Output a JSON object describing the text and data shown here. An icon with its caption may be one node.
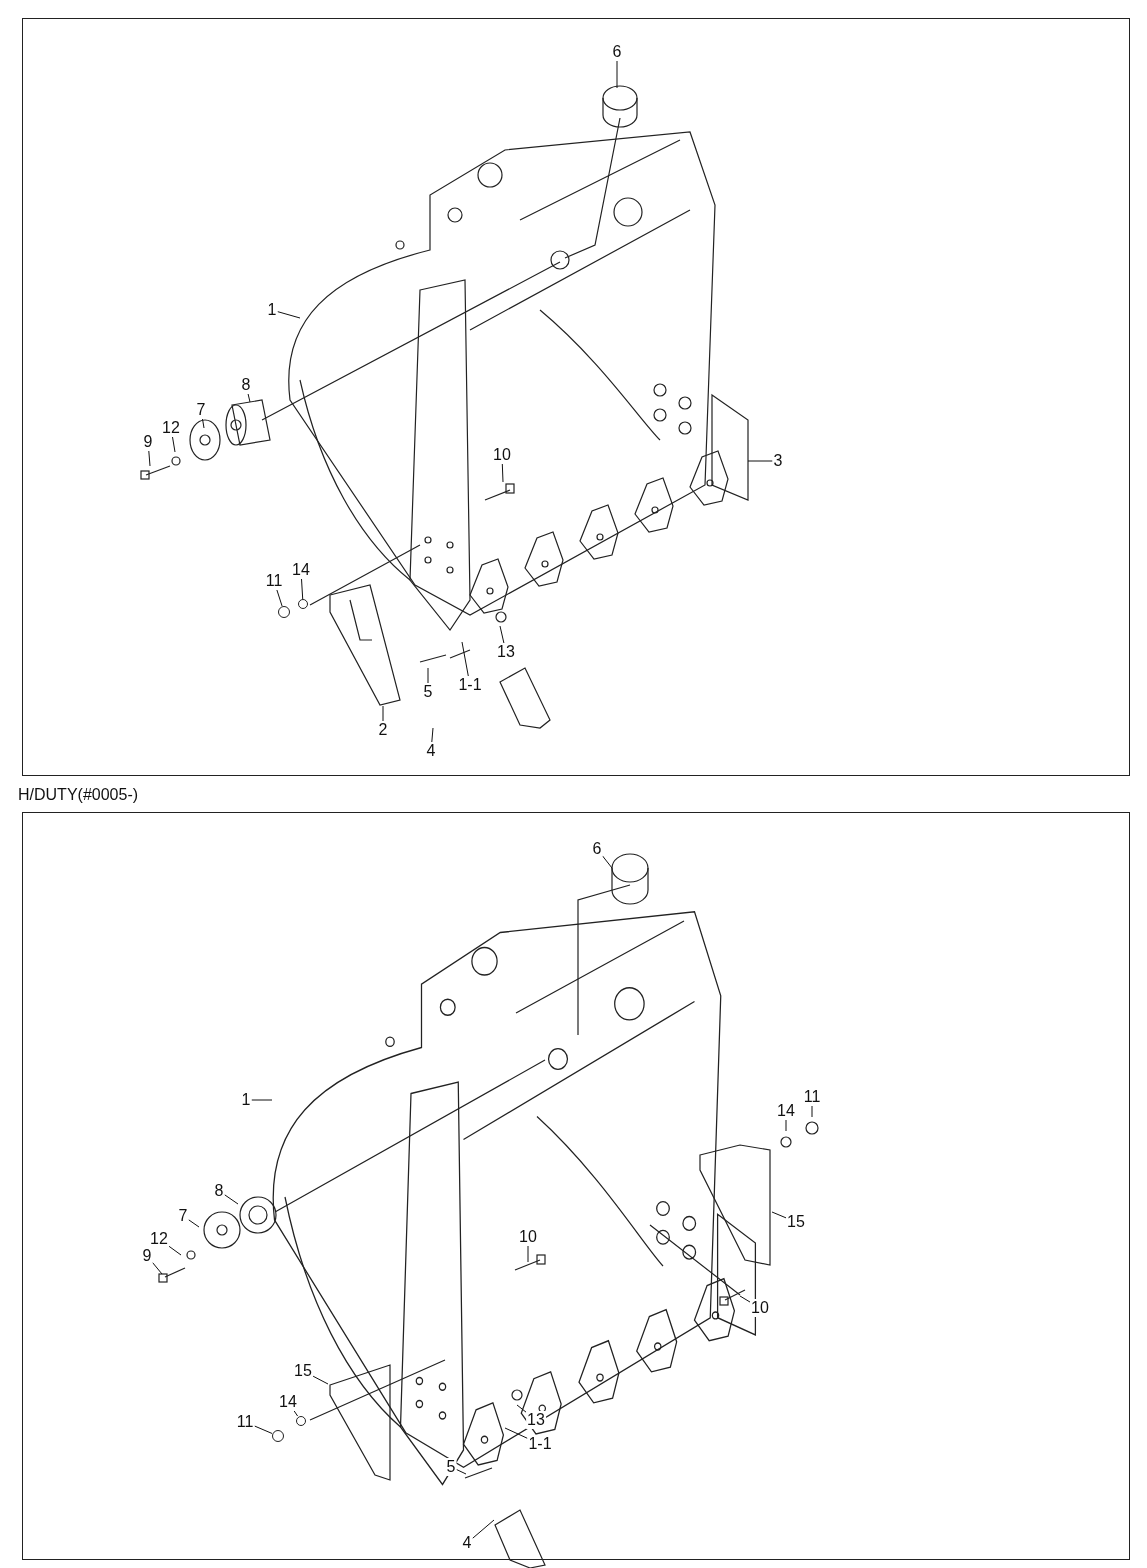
{
  "diagram": {
    "nodes": [
      {
        "text": [],
        "shape": "box"
      },
      {
        "text": [
          "6"
        ],
        "in": 0
      },
      {
        "text": [
          "1"
        ],
        "in": 0
      },
      {
        "text": [
          "8"
        ],
        "in": 0
      },
      {
        "text": [
          "7"
        ],
        "in": 0
      },
      {
        "text": [
          "12"
        ],
        "in": 0
      },
      {
        "text": [
          "9"
        ],
        "in": 0
      },
      {
        "text": [
          "10"
        ],
        "in": 0
      },
      {
        "text": [
          "3"
        ],
        "in": 0
      },
      {
        "text": [
          "11"
        ],
        "in": 0
      },
      {
        "text": [
          "14"
        ],
        "in": 0
      },
      {
        "text": [
          "13"
        ],
        "in": 0
      },
      {
        "text": [
          "5"
        ],
        "in": 0
      },
      {
        "text": [
          "1-1"
        ],
        "in": 0
      },
      {
        "text": [
          "2"
        ],
        "in": 0
      },
      {
        "text": [
          "4"
        ],
        "in": 0
      },
      {
        "text": [
          "H/DUTY(#0005-)"
        ]
      },
      {
        "text": [
          "6"
        ],
        "in": 16
      },
      {
        "text": [
          "1"
        ],
        "in": 16
      },
      {
        "text": [
          "14"
        ],
        "in": 16
      },
      {
        "text": [
          "11"
        ],
        "in": 16
      },
      {
        "text": [
          "8"
        ],
        "in": 16
      },
      {
        "text": [
          "7"
        ],
        "in": 16
      },
      {
        "text": [
          "12"
        ],
        "in": 16
      },
      {
        "text": [
          "9"
        ],
        "in": 16
      },
      {
        "text": [
          "10"
        ],
        "in": 16
      },
      {
        "text": [
          "15"
        ],
        "in": 16
      },
      {
        "text": [
          "10"
        ],
        "in": 16
      },
      {
        "text": [
          "15"
        ],
        "in": 16
      },
      {
        "text": [
          "14"
        ],
        "in": 16
      },
      {
        "text": [
          "11"
        ],
        "in": 16
      },
      {
        "text": [
          "13"
        ],
        "in": 16
      },
      {
        "text": [
          "1-1"
        ],
        "in": 16
      },
      {
        "text": [
          "5"
        ],
        "in": 16
      },
      {
        "text": [
          "4"
        ],
        "in": 16
      },
      {
        "text": [],
        "shape": "circle",
        "in": 0
      },
      {
        "text": [],
        "shape": "circle",
        "in": 16
      },
      {
        "text": [],
        "shape": "circle",
        "in": 16
      },
      {
        "text": [],
        "shape": "circle",
        "in": 0
      }
    ],
    "edges": [
      {
        "from": 1,
        "to": null,
        "arrow": "none"
      },
      {
        "from": 2,
        "to": null,
        "arrow": "none"
      },
      {
        "from": 3,
        "to": null,
        "arrow": "none"
      },
      {
        "from": 4,
        "to": null,
        "arrow": "none"
      },
      {
        "from": 5,
        "to": null,
        "arrow": "none"
      },
      {
        "from": 6,
        "to": null,
        "arrow": "none"
      },
      {
        "from": 7,
        "to": null,
        "arrow": "none"
      },
      {
        "from": 8,
        "to": null,
        "arrow": "none"
      },
      {
        "from": 9,
        "to": 38,
        "arrow": "none"
      },
      {
        "from": 10,
        "to": 35,
        "arrow": "none"
      },
      {
        "from": 11,
        "to": null,
        "arrow": "none"
      },
      {
        "from": 12,
        "to": null,
        "arrow": "none"
      },
      {
        "from": 13,
        "to": null,
        "arrow": "none"
      },
      {
        "from": 14,
        "to": null,
        "arrow": "none"
      },
      {
        "from": 15,
        "to": null,
        "arrow": "none"
      },
      {
        "from": 17,
        "to": null,
        "arrow": "none"
      },
      {
        "from": 18,
        "to": null,
        "arrow": "none"
      },
      {
        "from": 19,
        "to": null,
        "arrow": "none"
      },
      {
        "from": 20,
        "to": null,
        "arrow": "none"
      },
      {
        "from": 21,
        "to": null,
        "arrow": "none"
      },
      {
        "from": 22,
        "to": null,
        "arrow": "none"
      },
      {
        "from": 23,
        "to": null,
        "arrow": "none"
      },
      {
        "from": 24,
        "to": null,
        "arrow": "none"
      },
      {
        "from": 25,
        "to": null,
        "arrow": "none"
      },
      {
        "from": 26,
        "to": null,
        "arrow": "none"
      },
      {
        "from": 27,
        "to": null,
        "arrow": "none"
      },
      {
        "from": 28,
        "to": null,
        "arrow": "none"
      },
      {
        "from": 29,
        "to": 37,
        "arrow": "none"
      },
      {
        "from": 30,
        "to": 36,
        "arrow": "none"
      },
      {
        "from": 31,
        "to": null,
        "arrow": "none"
      },
      {
        "from": 32,
        "to": null,
        "arrow": "none"
      },
      {
        "from": 33,
        "to": null,
        "arrow": "none"
      },
      {
        "from": 34,
        "to": null,
        "arrow": "none"
      }
    ]
  }
}
